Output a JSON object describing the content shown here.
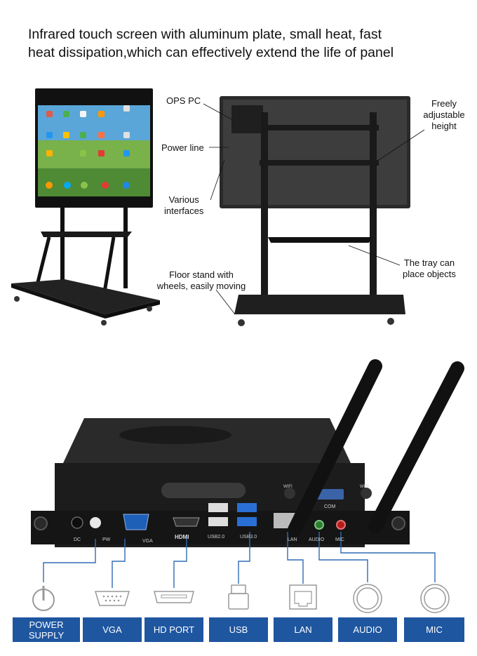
{
  "headline": {
    "line1": "Infrared touch screen with aluminum plate, small heat, fast",
    "line2": "heat dissipation,which can effectively extend the life of panel"
  },
  "callouts": {
    "ops_pc": "OPS PC",
    "power_line": "Power line",
    "various_interfaces_1": "Various",
    "various_interfaces_2": "interfaces",
    "freely_1": "Freely",
    "freely_2": "adjustable",
    "freely_3": "height",
    "tray_1": "The tray can",
    "tray_2": "place objects",
    "floor_1": "Floor stand with",
    "floor_2": "wheels, easily moving"
  },
  "port_labels_on_device": {
    "dc": "DC",
    "pw": "PW",
    "vga": "VGA",
    "hdmi": "HDMI",
    "usb2": "USB2.0",
    "usb3": "USB3.0",
    "lan": "LAN",
    "audio": "AUDIO",
    "mic": "MIC",
    "com": "COM",
    "wifi": "WIFI"
  },
  "ports": [
    {
      "label_1": "POWER",
      "label_2": "SUPPLY",
      "icon": "power-icon"
    },
    {
      "label_1": "VGA",
      "label_2": "",
      "icon": "vga-connector-icon"
    },
    {
      "label_1": "HD PORT",
      "label_2": "",
      "icon": "hdmi-connector-icon"
    },
    {
      "label_1": "USB",
      "label_2": "",
      "icon": "usb-connector-icon"
    },
    {
      "label_1": "LAN",
      "label_2": "",
      "icon": "lan-connector-icon"
    },
    {
      "label_1": "AUDIO",
      "label_2": "",
      "icon": "audio-jack-icon"
    },
    {
      "label_1": "MIC",
      "label_2": "",
      "icon": "mic-jack-icon"
    }
  ],
  "colors": {
    "label_bg": "#1e56a0",
    "leader_line": "#2f6db5",
    "device_body": "#1c1c1c"
  }
}
